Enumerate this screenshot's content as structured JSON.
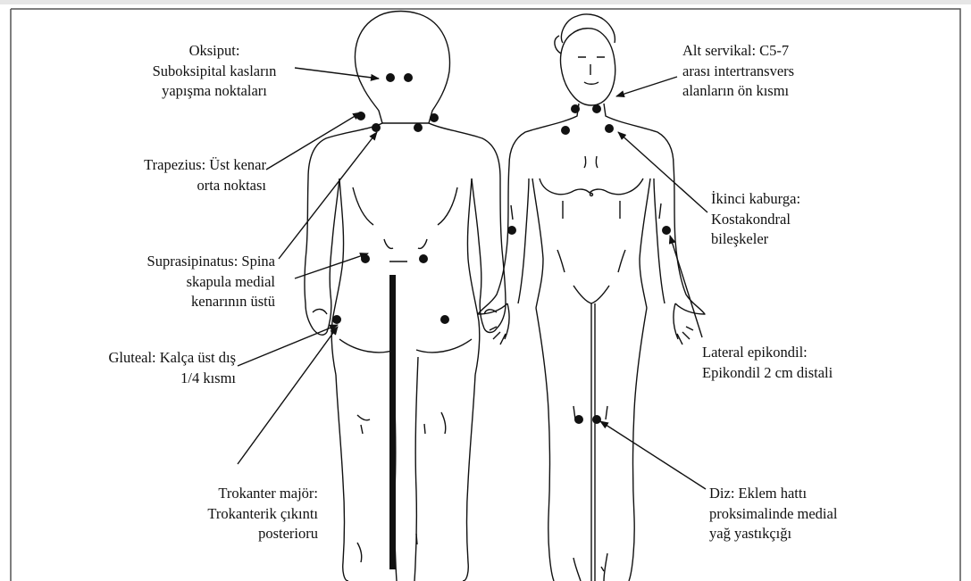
{
  "labels": {
    "oksiput": [
      "Oksiput:",
      "Suboksipital kasların",
      "yapışma noktaları"
    ],
    "trapezius": [
      "Trapezius: Üst kenar",
      "orta noktası"
    ],
    "suprasipinatus": [
      "Suprasipinatus: Spina",
      "skapula medial",
      "kenarının üstü"
    ],
    "gluteal": [
      "Gluteal: Kalça üst dış",
      "1/4 kısmı"
    ],
    "trokanter": [
      "Trokanter majör:",
      "Trokanterik çıkıntı",
      "posterioru"
    ],
    "alt_servikal": [
      "Alt servikal: C5-7",
      "arası intertransvers",
      "alanların ön kısmı"
    ],
    "ikinci_kaburga": [
      "İkinci kaburga:",
      "Kostakondral",
      "bileşkeler"
    ],
    "lateral_epikondil": [
      "Lateral epikondil:",
      "Epikondil 2 cm distali"
    ],
    "diz": [
      "Diz: Eklem hattı",
      "proksimalinde medial",
      "yağ yastıkçığı"
    ]
  },
  "colors": {
    "ink": "#111111",
    "frame": "#555555",
    "background": "#ffffff"
  }
}
